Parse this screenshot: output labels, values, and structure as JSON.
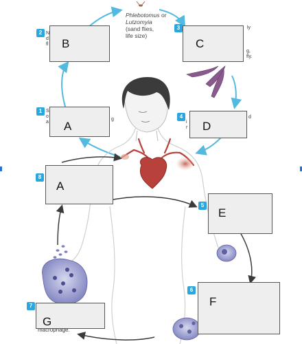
{
  "vector_caption": {
    "line1": "Phlebotomus",
    "line2": "or",
    "line3": "Lutzomyia",
    "line4": "(sand flies,",
    "line5": "life size)"
  },
  "boxes": [
    {
      "num": "2",
      "label": "B"
    },
    {
      "num": "3",
      "label": "C"
    },
    {
      "num": "1",
      "label": "A"
    },
    {
      "num": "4",
      "label": "D"
    },
    {
      "num": "8",
      "label": "A"
    },
    {
      "num": "5",
      "label": "E"
    },
    {
      "num": "6",
      "label": "F"
    },
    {
      "num": "7",
      "label": "G"
    }
  ],
  "fragments": {
    "f2a": "N",
    "f2b": "d",
    "f2c": "fl",
    "f3a": "ly",
    "f3b": "g,",
    "f3c": "fly.",
    "f1a": "S",
    "f1b": "o",
    "f1c": "a",
    "f1d": "g",
    "f4a": "d",
    "f4b": "i",
    "f4c": "r",
    "f7a": "macrophage."
  },
  "colors": {
    "cycle_arrow": "#53b9de",
    "human_arrow": "#3a3a3a",
    "step_badge": "#2aa8de",
    "heart": "#b8413c",
    "cell": "#8f92c9"
  }
}
